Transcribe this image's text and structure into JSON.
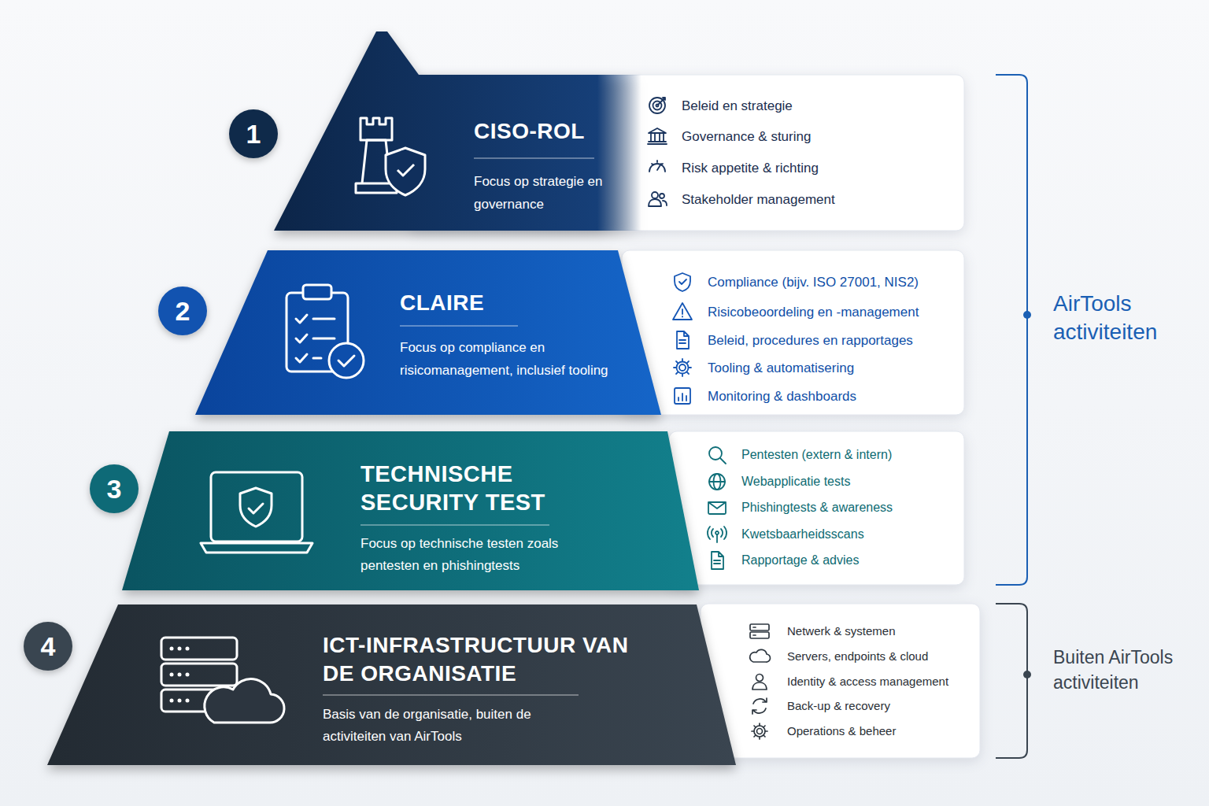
{
  "diagram": {
    "nodes": [
      {
        "text": [
          "1"
        ]
      },
      {
        "text": [
          "CISO-ROL",
          "Focus op strategie en governance"
        ]
      },
      {
        "text": [
          "Beleid en strategie",
          "Governance & sturing",
          "Risk appetite & richting",
          "Stakeholder management"
        ]
      },
      {
        "text": [
          "2"
        ]
      },
      {
        "text": [
          "CLAIRE",
          "Focus op compliance en risicomanagement, inclusief tooling"
        ]
      },
      {
        "text": [
          "Compliance (bijv. ISO 27001, NIS2)",
          "Risicobeoordeling en -management",
          "Beleid, procedures en rapportages",
          "Tooling & automatisering",
          "Monitoring & dashboards"
        ]
      },
      {
        "text": [
          "3"
        ]
      },
      {
        "text": [
          "TECHNISCHE SECURITY TEST",
          "Focus op technische testen zoals pentesten en phishingtests"
        ]
      },
      {
        "text": [
          "Pentesten (extern & intern)",
          "Webapplicatie tests",
          "Phishingtests & awareness",
          "Kwetsbaarheidsscans",
          "Rapportage & advies"
        ]
      },
      {
        "text": [
          "4"
        ]
      },
      {
        "text": [
          "ICT-INFRASTRUCTUUR VAN DE ORGANISATIE",
          "Basis van de organisatie, buiten de activiteiten van AirTools"
        ]
      },
      {
        "text": [
          "Netwerk & systemen",
          "Servers, endpoints & cloud",
          "Identity & access management",
          "Back-up & recovery",
          "Operations & beheer"
        ]
      }
    ],
    "labels": [
      "AirTools activiteiten",
      "Buiten AirTools activiteiten"
    ]
  }
}
